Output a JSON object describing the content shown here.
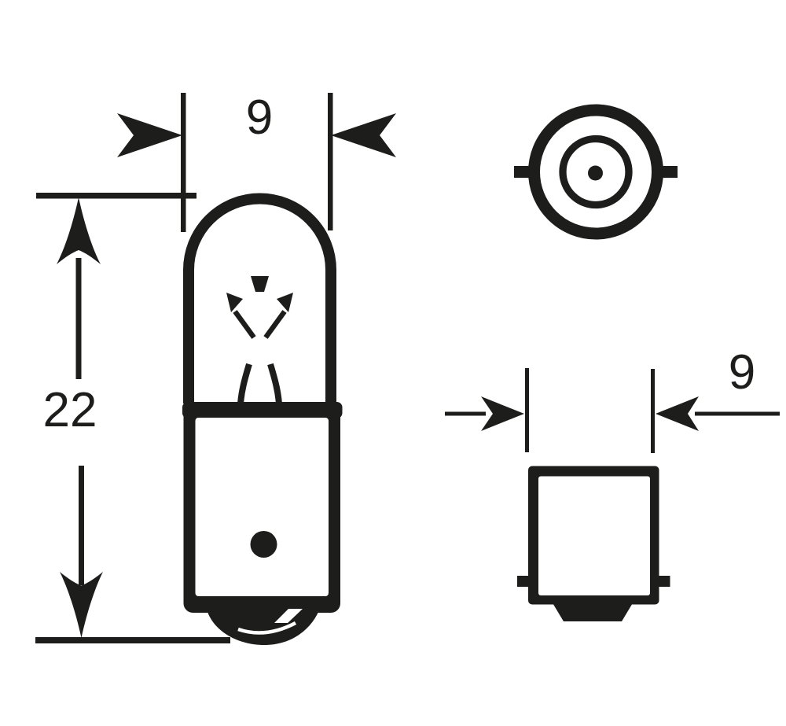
{
  "diagram": {
    "kind": "technical line drawing",
    "views": {
      "side_view": "bulb side elevation",
      "top_view": "bulb top view",
      "base_view": "base front view"
    }
  },
  "dimensions": {
    "bulb_diameter": "9",
    "overall_length": "22",
    "base_diameter": "9"
  },
  "colors": {
    "ink": "#1d1d1b",
    "paper": "#ffffff"
  }
}
